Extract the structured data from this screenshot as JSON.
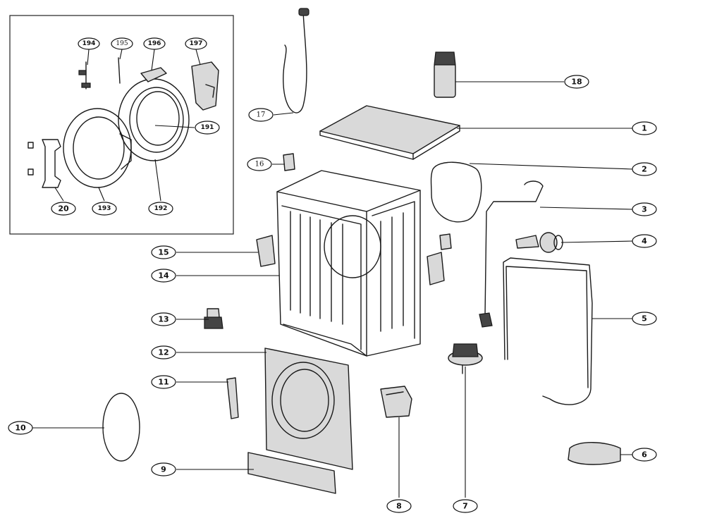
{
  "callouts": [
    {
      "key": "c1",
      "label": "1"
    },
    {
      "key": "c2",
      "label": "2"
    },
    {
      "key": "c3",
      "label": "3"
    },
    {
      "key": "c4",
      "label": "4"
    },
    {
      "key": "c5",
      "label": "5"
    },
    {
      "key": "c6",
      "label": "6"
    },
    {
      "key": "c7",
      "label": "7"
    },
    {
      "key": "c8",
      "label": "8"
    },
    {
      "key": "c9",
      "label": "9"
    },
    {
      "key": "c10",
      "label": "10"
    },
    {
      "key": "c11",
      "label": "11"
    },
    {
      "key": "c12",
      "label": "12"
    },
    {
      "key": "c13",
      "label": "13"
    },
    {
      "key": "c14",
      "label": "14"
    },
    {
      "key": "c15",
      "label": "15"
    },
    {
      "key": "c16",
      "label": "16"
    },
    {
      "key": "c17",
      "label": "17"
    },
    {
      "key": "c18",
      "label": "18"
    },
    {
      "key": "c20",
      "label": "20"
    },
    {
      "key": "c191",
      "label": "191"
    },
    {
      "key": "c192",
      "label": "192"
    },
    {
      "key": "c193",
      "label": "193"
    },
    {
      "key": "c194",
      "label": "194"
    },
    {
      "key": "c195",
      "label": "195"
    },
    {
      "key": "c196",
      "label": "196"
    },
    {
      "key": "c197",
      "label": "197"
    }
  ]
}
